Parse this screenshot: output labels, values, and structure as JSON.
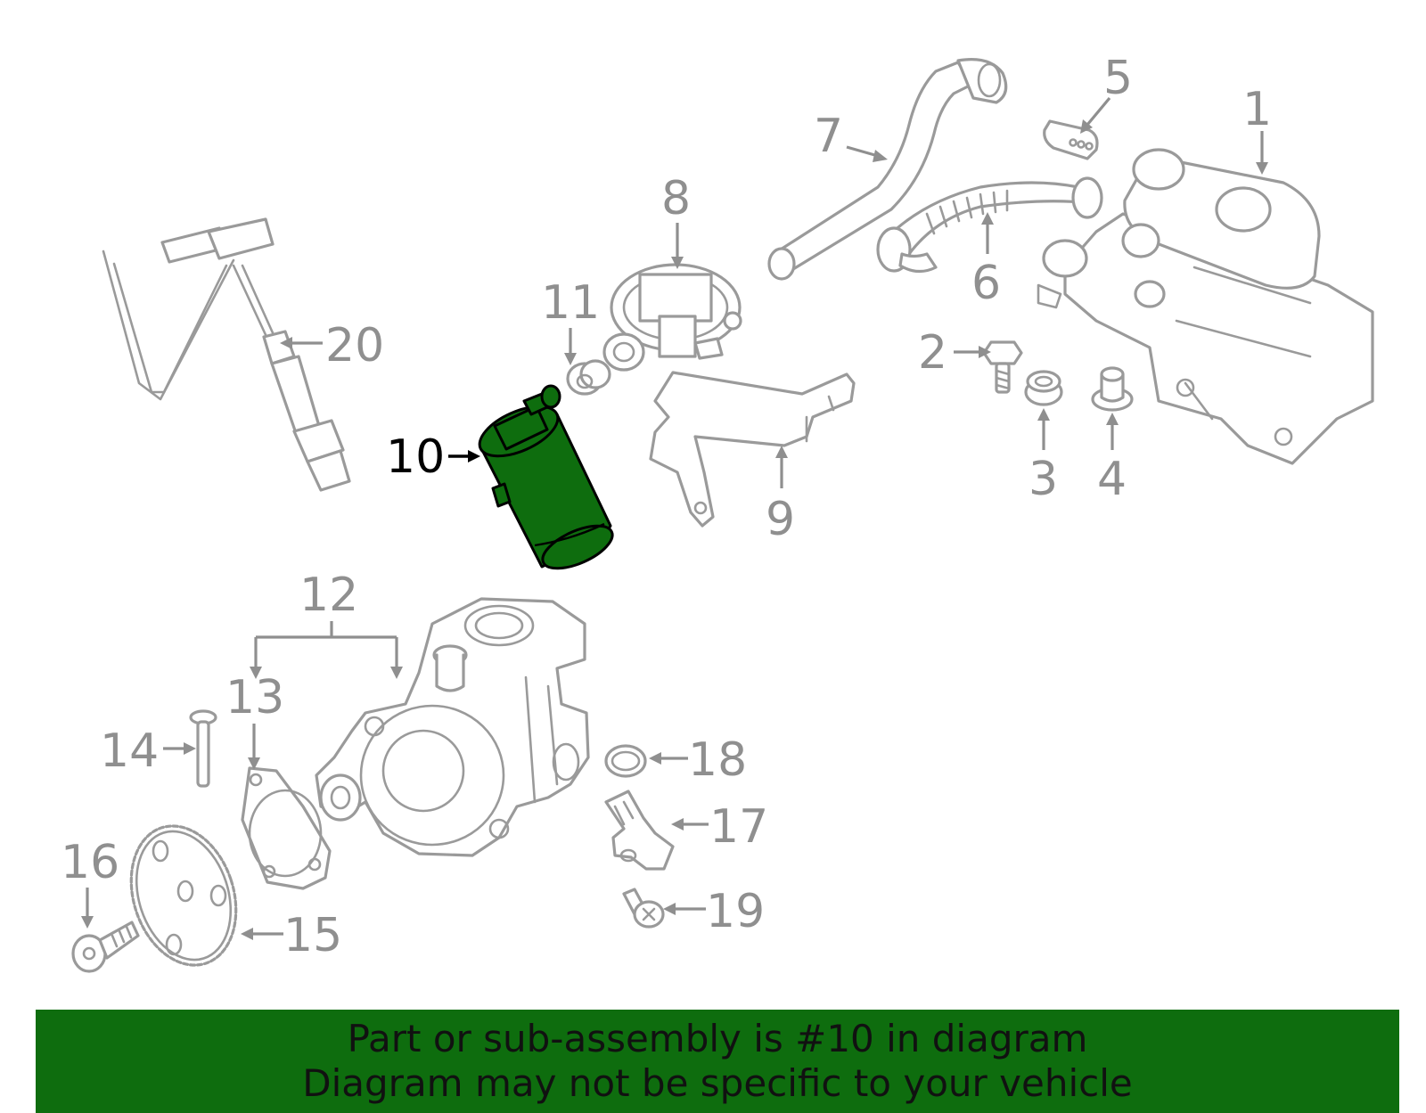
{
  "diagram": {
    "callouts": [
      "1",
      "2",
      "3",
      "4",
      "5",
      "6",
      "7",
      "8",
      "9",
      "10",
      "11",
      "12",
      "13",
      "14",
      "15",
      "16",
      "17",
      "18",
      "19",
      "20"
    ],
    "highlighted_callout": "10"
  },
  "banner": {
    "line1": "Part or sub-assembly is #10 in diagram",
    "line2": "Diagram may not be specific to your vehicle"
  },
  "colors": {
    "highlight": "#0e6d0e",
    "line_art": "#9a9a9a",
    "callout_text": "#8f8f8f"
  }
}
